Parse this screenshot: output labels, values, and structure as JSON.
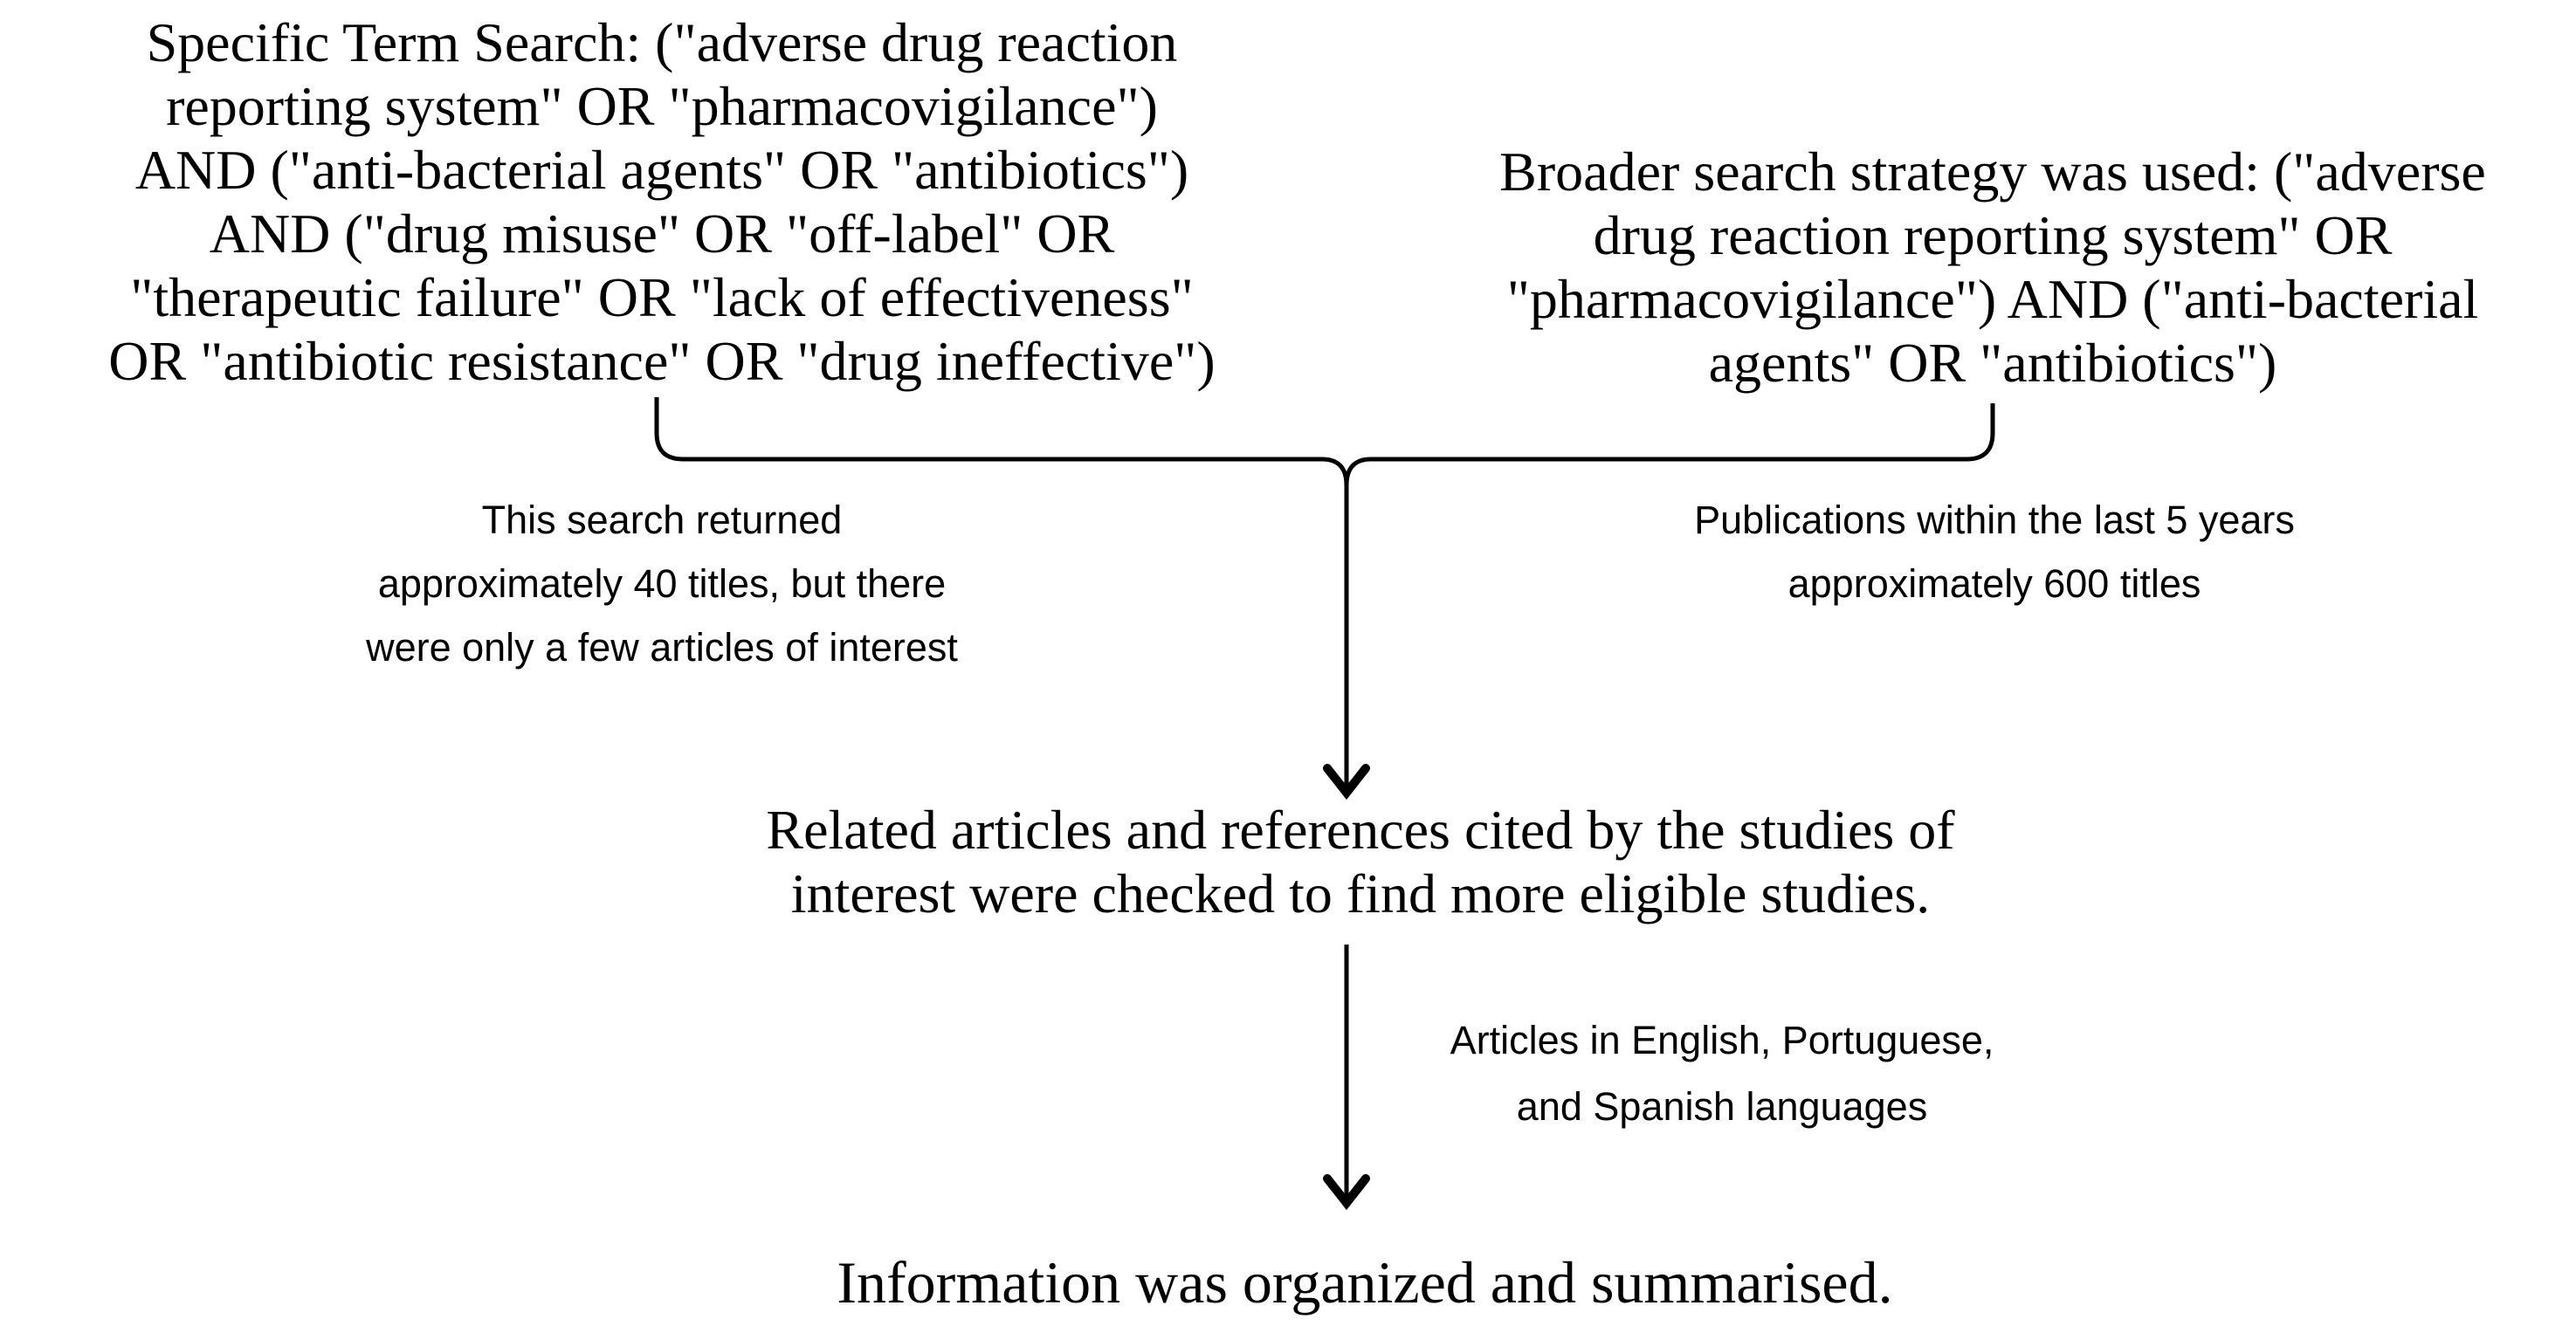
{
  "style": {
    "background_color": "#ffffff",
    "ink_color": "#000000"
  },
  "flowchart": {
    "specific_search": {
      "text": "Specific Term Search: (\"adverse drug reaction\nreporting system\" OR \"pharmacovigilance\")\nAND (\"anti-bacterial agents\" OR \"antibiotics\")\nAND (\"drug misuse\" OR \"off-label\" OR\n\"therapeutic failure\" OR \"lack of effectiveness\"\nOR \"antibiotic resistance\" OR \"drug ineffective\")"
    },
    "broad_search": {
      "text": "Broader search strategy was used: (\"adverse\ndrug reaction reporting system\" OR\n\"pharmacovigilance\") AND (\"anti-bacterial\nagents\" OR \"antibiotics\")"
    },
    "specific_search_note": {
      "text": "This search returned\napproximately 40 titles, but there\nwere only a few articles of interest"
    },
    "broad_search_note": {
      "text": "Publications within the last 5 years\napproximately 600 titles"
    },
    "related_articles": {
      "text": "Related articles and references cited by the studies of\ninterest were checked to find more eligible studies."
    },
    "language_note": {
      "text": "Articles in English, Portuguese,\nand Spanish languages"
    },
    "summary": {
      "text": "Information was organized and summarised."
    }
  }
}
